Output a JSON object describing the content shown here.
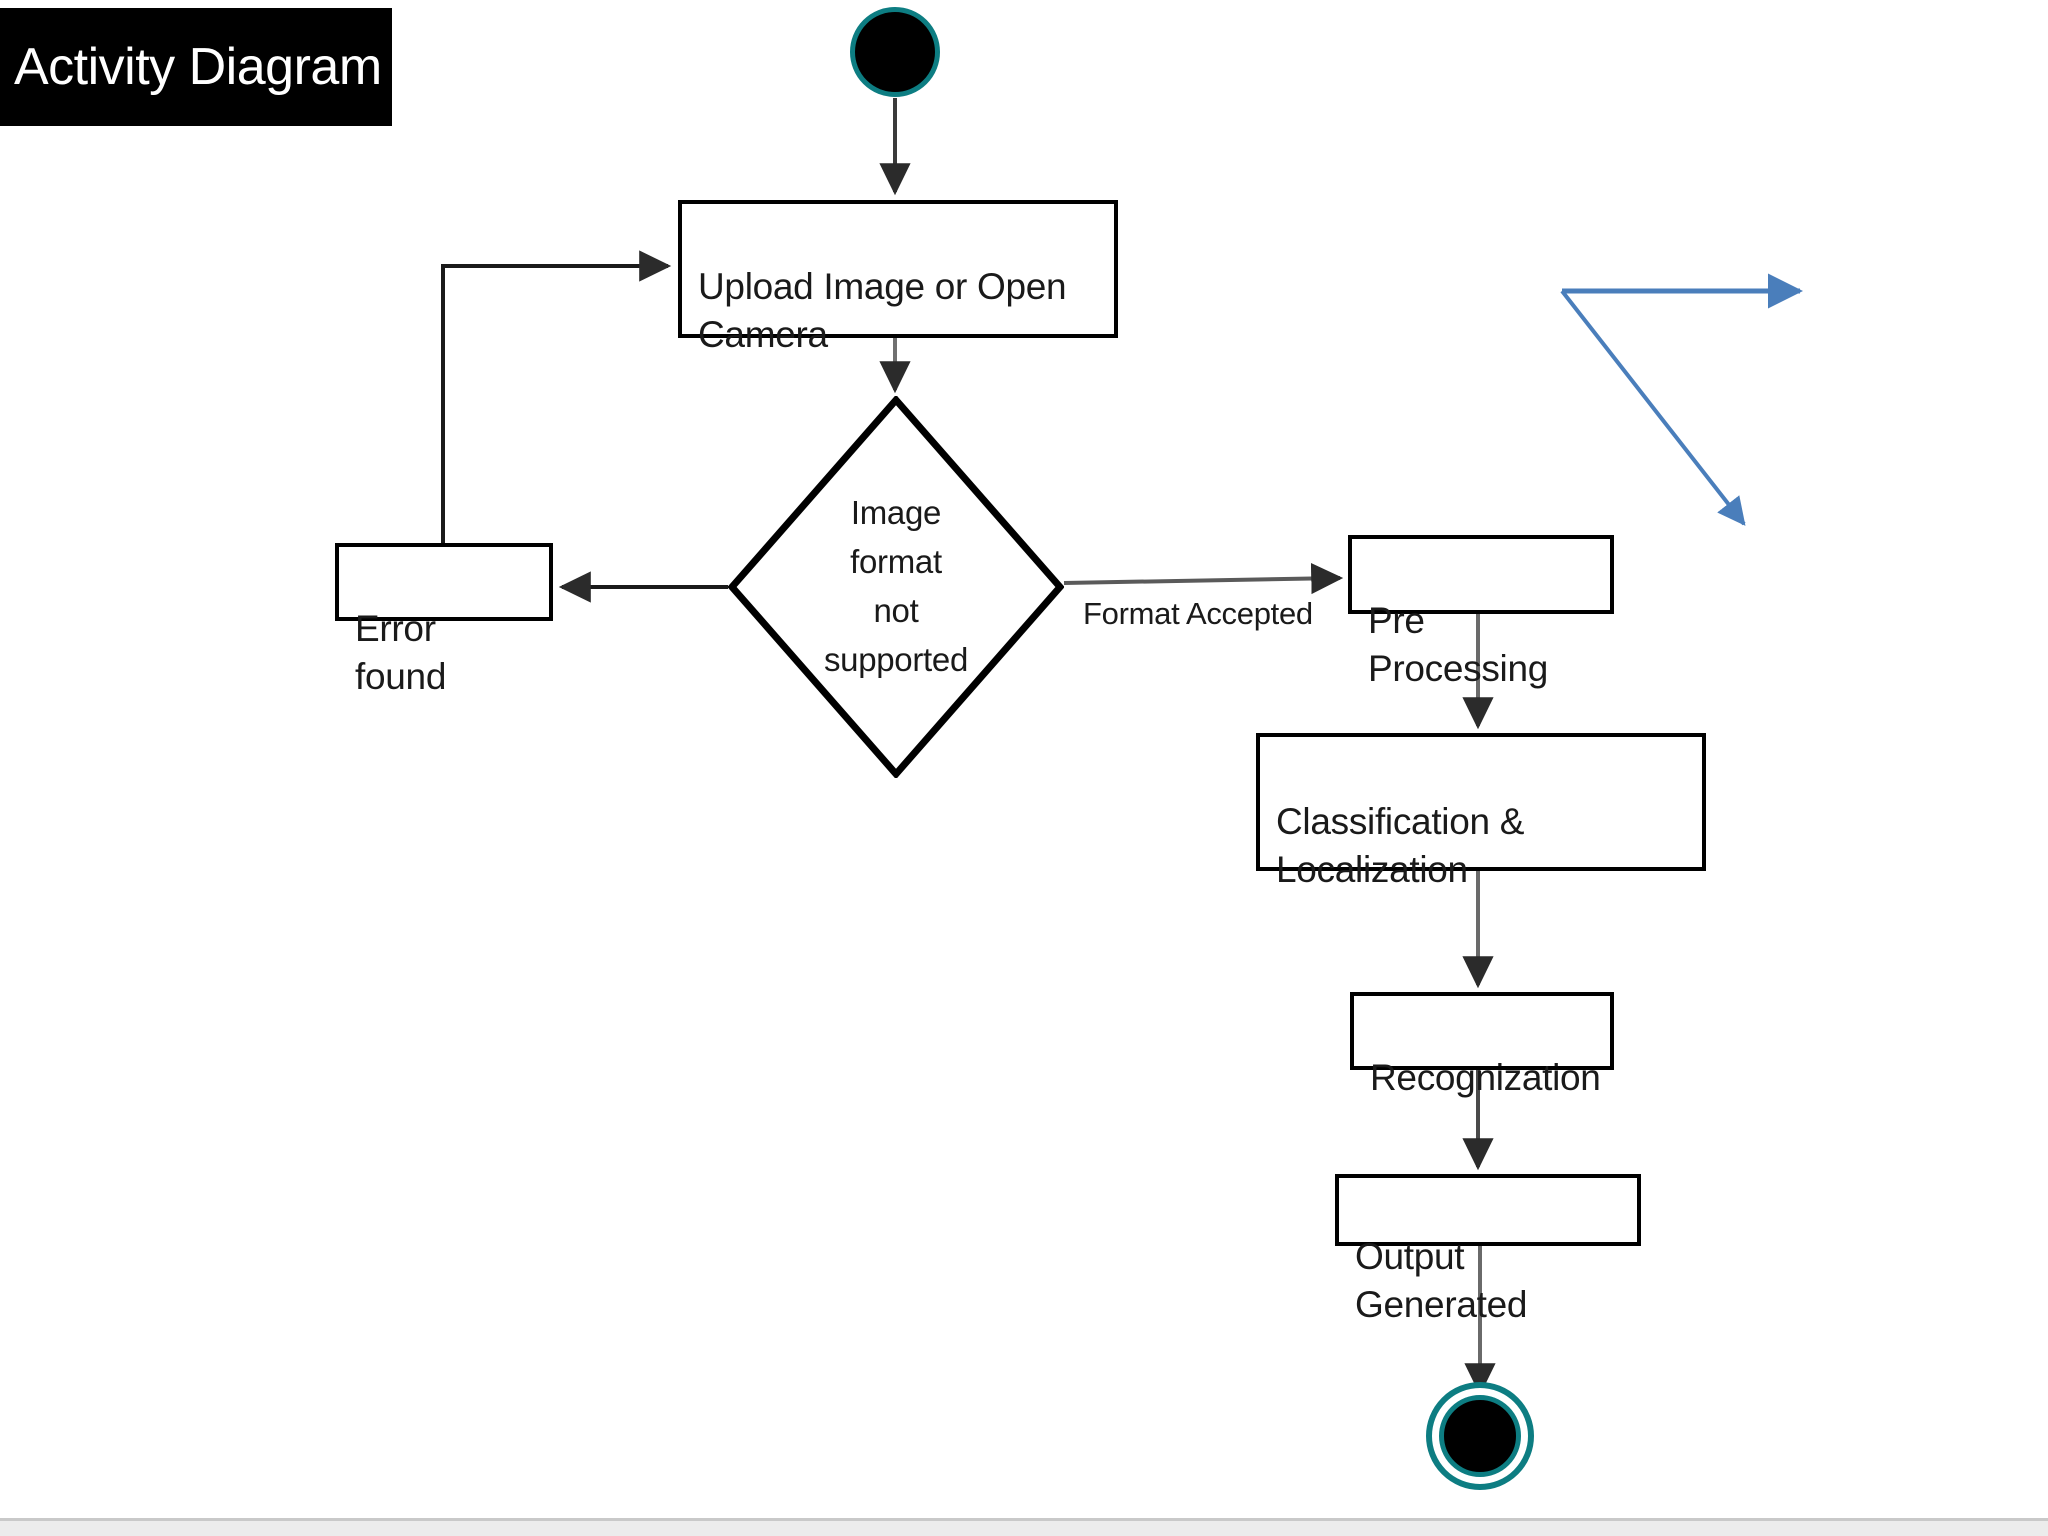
{
  "title": {
    "text": "Activity Diagram",
    "background_color": "#000000",
    "text_color": "#ffffff"
  },
  "theme": {
    "node_border_color": "#000000",
    "node_fill_color": "#ffffff",
    "text_color": "#1a1a1a",
    "terminal_ring_color": "#0d7d82",
    "terminal_fill_color": "#000000",
    "connector_color": "#3a3a3a",
    "annotation_color": "#4a7ebb",
    "footer_color": "#ececec"
  },
  "nodes": [
    {
      "id": "start",
      "type": "initial-node",
      "label": ""
    },
    {
      "id": "upload",
      "type": "activity",
      "label": "Upload Image or Open\nCamera"
    },
    {
      "id": "decision",
      "type": "decision",
      "label": "Image\nformat\nnot\nsupported"
    },
    {
      "id": "error",
      "type": "activity",
      "label": "Error found"
    },
    {
      "id": "preprocessing",
      "type": "activity",
      "label": "Pre Processing"
    },
    {
      "id": "classification",
      "type": "activity",
      "label": "Classification & Localization"
    },
    {
      "id": "recognization",
      "type": "activity",
      "label": "Recognization"
    },
    {
      "id": "output",
      "type": "activity",
      "label": "Output Generated"
    },
    {
      "id": "end",
      "type": "final-node",
      "label": ""
    }
  ],
  "edges": [
    {
      "id": "e1",
      "from": "start",
      "to": "upload",
      "label": ""
    },
    {
      "id": "e2",
      "from": "upload",
      "to": "decision",
      "label": ""
    },
    {
      "id": "e3",
      "from": "decision",
      "to": "error",
      "label": ""
    },
    {
      "id": "e4",
      "from": "decision",
      "to": "preprocessing",
      "label": "Format Accepted"
    },
    {
      "id": "e5",
      "from": "error",
      "to": "upload",
      "label": ""
    },
    {
      "id": "e6",
      "from": "preprocessing",
      "to": "classification",
      "label": ""
    },
    {
      "id": "e7",
      "from": "classification",
      "to": "recognization",
      "label": ""
    },
    {
      "id": "e8",
      "from": "recognization",
      "to": "output",
      "label": ""
    },
    {
      "id": "e9",
      "from": "output",
      "to": "end",
      "label": ""
    }
  ],
  "annotations": [
    {
      "id": "a1",
      "type": "blue-arrow-horizontal",
      "label": ""
    },
    {
      "id": "a2",
      "type": "blue-arrow-diagonal",
      "label": ""
    }
  ]
}
